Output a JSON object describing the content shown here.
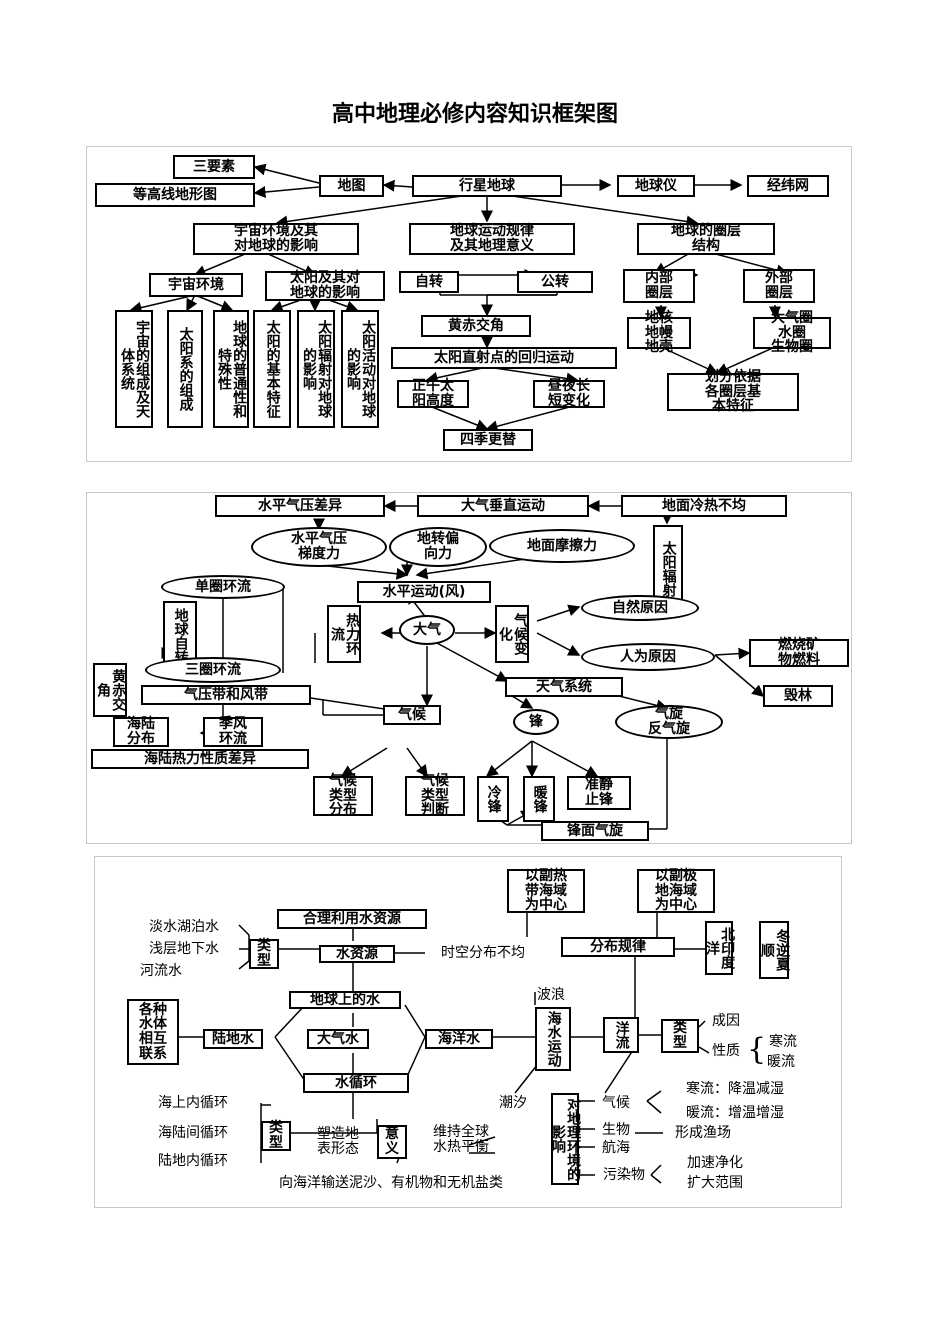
{
  "title": "高中地理必修内容知识框架图",
  "panel1": {
    "sanyaosu": "三要素",
    "denggaoxian": "等高线地形图",
    "ditu": "地图",
    "xingxing": "行星地球",
    "diqiuyi": "地球仪",
    "jingweiwang": "经纬网",
    "yuzhou": "宇宙环境及其\n对地球的影响",
    "yundong": "地球运动规律\n及其地理意义",
    "quanceng": "地球的圈层\n结构",
    "yuzhouhuanjing": "宇宙环境",
    "taiyang": "太阳及其对\n地球的影响",
    "zizhuan": "自转",
    "gongzhuan": "公转",
    "neibu": "内部\n圈层",
    "waibu": "外部\n圈层",
    "v1": "宇宙的组成及天体系统",
    "v2": "太阳系的组成",
    "v3": "地球的普通性和特殊性",
    "v4": "太阳的基本特征",
    "v5": "太阳辐射对地球的影响",
    "v6": "太阳活动对地球的影响",
    "huangchi": "黄赤交角",
    "zhishe": "太阳直射点的回归运动",
    "zhengwu": "正午太\n阳高度",
    "zhouye": "昼夜长\n短变化",
    "siji": "四季更替",
    "dihe": "地核\n地幔\n地壳",
    "daqiquan": "大气圈\n水圈\n生物圈",
    "huafen": "划分依据\n各圈层基\n本特征"
  },
  "panel2": {
    "shuipingqiya": "水平气压差异",
    "chuizhi": "大气垂直运动",
    "dimian": "地面冷热不均",
    "tidu": "水平气压\n梯度力",
    "pianxiang": "地转偏\n向力",
    "mocali": "地面摩擦力",
    "taiyangfushe": "太阳辐射",
    "shuipingfeng": "水平运动(风)",
    "danquan": "单圈环流",
    "diqiuzizhuan": "地球自转",
    "reli": "热力环流",
    "daqi": "大气",
    "qihoubianhua": "气候变化",
    "ziran": "自然原因",
    "renwei": "人为原因",
    "ranshao": "燃烧矿\n物燃料",
    "huilin": "毁林",
    "sanquan": "三圈环流",
    "huangchi2": "黄赤交角",
    "qiyadai": "气压带和风带",
    "tianqi": "天气系统",
    "qihou": "气候",
    "feng": "锋",
    "qixuan": "气旋\n反气旋",
    "hailu": "海陆\n分布",
    "jifeng": "季风\n环流",
    "hailure": "海陆热力性质差异",
    "leixingfenbu": "气候\n类型\n分布",
    "leixingpanduan": "气候\n类型\n判断",
    "lengfeng": "冷锋",
    "nuanfeng": "暖锋",
    "zhunjing": "准静\n止锋",
    "fengmian": "锋面气旋"
  },
  "panel3": {
    "danshui": "淡水湖泊水",
    "qiancheng": "浅层地下水",
    "heliu": "河流水",
    "leixing1": "类\n型",
    "heli": "合理利用水资源",
    "shuiziyuan": "水资源",
    "shikong": "时空分布不均",
    "diqiushang": "地球上的水",
    "gezhong": "各种\n水体\n相互\n联系",
    "ludishui": "陆地水",
    "daqishui": "大气水",
    "haiyangshui": "海洋水",
    "shuixunhuan": "水循环",
    "haishangnei": "海上内循环",
    "hailujian": "海陆间循环",
    "ludinei": "陆地内循环",
    "leixing2": "类\n型",
    "suzao": "塑造地\n表形态",
    "yiyi": "意\n义",
    "weichi": "维持全球\n水热平衡",
    "xianghaiyang": "向海洋输送泥沙、有机物和无机盐类",
    "fure": "以副热\n带海域\n为中心",
    "fuji": "以副极\n地海域\n为中心",
    "fenbu": "分布规律",
    "beiyin": "北印度洋",
    "dongni": "冬逆夏顺",
    "bolang": "波浪",
    "haishuiyundong": "海水运动",
    "chaoxi": "潮汐",
    "yangliu": "洋流",
    "leixing3": "类\n型",
    "chengyin": "成因",
    "xingzhi": "性质",
    "hanliu": "寒流",
    "nuanliu": "暖流",
    "duidili": "对地理环境的影响",
    "qihou3": "气候",
    "hanliujw": "寒流：降温减湿",
    "nuanliuzw": "暖流：增温增湿",
    "shengwu": "生物",
    "hanghai": "航海",
    "yuchang": "形成渔场",
    "wuranwu": "污染物",
    "jiasu": "加速净化",
    "kuoda": "扩大范围"
  }
}
